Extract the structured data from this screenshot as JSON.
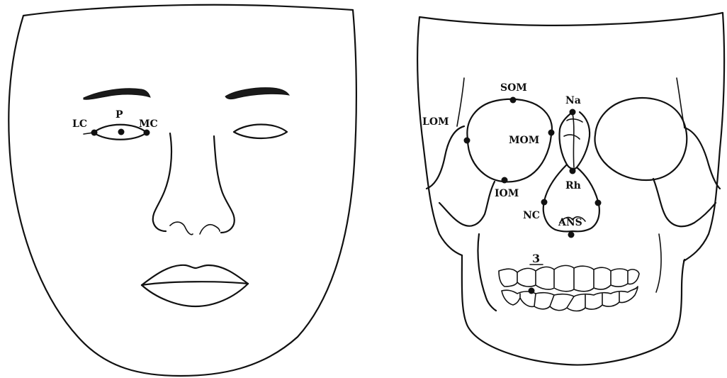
{
  "colors": {
    "ink": "#111111",
    "background": "#ffffff"
  },
  "face_panel": {
    "labels": {
      "lc": "LC",
      "p": "P",
      "mc": "MC"
    }
  },
  "skull_panel": {
    "labels": {
      "som": "SOM",
      "na": "Na",
      "lom": "LOM",
      "mom": "MOM",
      "rh": "Rh",
      "iom": "IOM",
      "nc": "NC",
      "ans": "ANS",
      "tooth_number": "3"
    }
  }
}
